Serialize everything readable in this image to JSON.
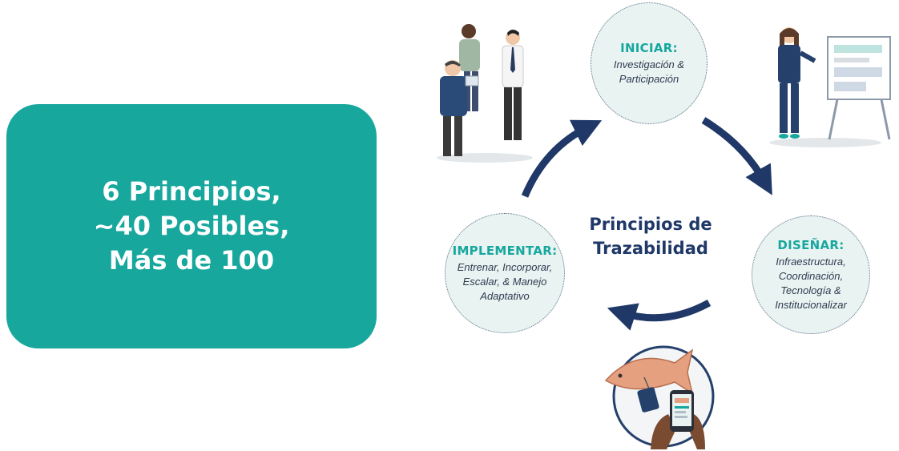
{
  "summary": {
    "line1": "6 Principios,",
    "line2": "~40 Posibles,",
    "line3": "Más de 100"
  },
  "center": {
    "line1": "Principios de",
    "line2": "Trazabilidad"
  },
  "stages": {
    "iniciar": {
      "title": "INICIAR:",
      "lines": [
        "Investigación &",
        "Participación"
      ]
    },
    "disenar": {
      "title": "DISEÑAR:",
      "lines": [
        "Infraestructura,",
        "Coordinación,",
        "Tecnología &",
        "Institucionalizar"
      ]
    },
    "implementar": {
      "title": "IMPLEMENTAR:",
      "lines": [
        "Entrenar, Incorporar,",
        "Escalar, & Manejo",
        "Adaptativo"
      ]
    }
  },
  "colors": {
    "teal": "#17a79d",
    "navy": "#1f3868",
    "stage_fill": "#e8f3f2"
  }
}
